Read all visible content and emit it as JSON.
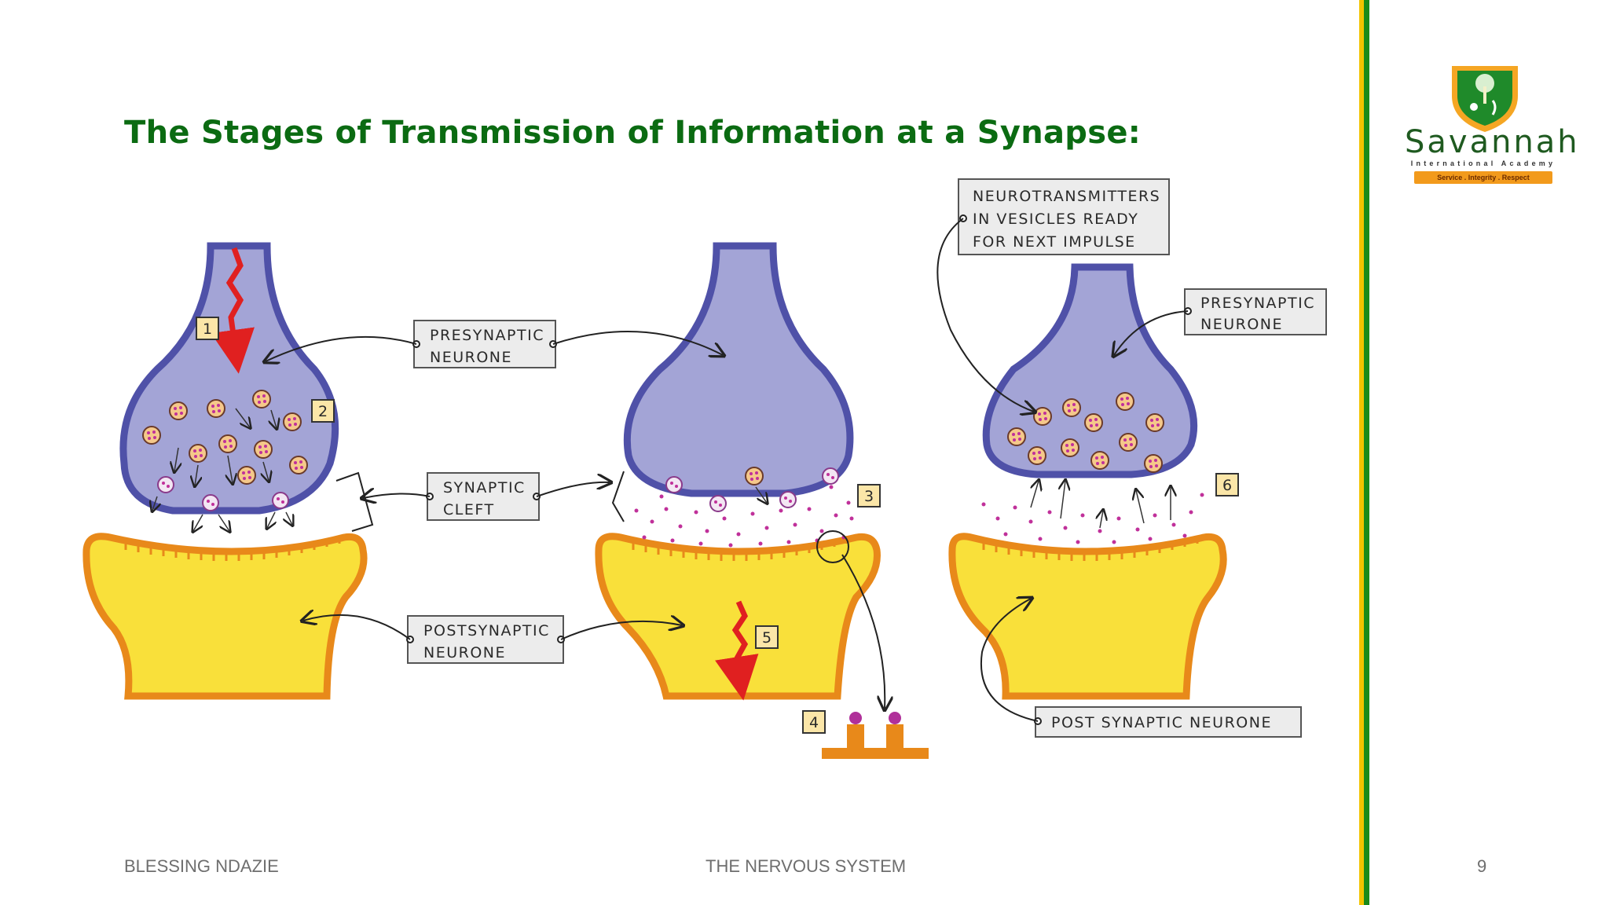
{
  "title": "The Stages of Transmission of Information at a Synapse:",
  "footer": {
    "author": "BLESSING NDAZIE",
    "topic": "THE NERVOUS SYSTEM",
    "page": "9"
  },
  "logo": {
    "name": "Savannah",
    "subtitle": "International Academy",
    "motto": "Service . Integrity . Respect"
  },
  "colors": {
    "title": "#0b6b12",
    "presynaptic_fill": "#a3a4d6",
    "presynaptic_outline": "#4f51a8",
    "postsynaptic_fill": "#f9e03a",
    "postsynaptic_outline": "#e8891a",
    "neurotransmitter": "#b0309a",
    "impulse_arrow": "#e02020"
  },
  "labels": {
    "presynaptic_1": [
      "PRESYNAPTIC",
      "NEURONE"
    ],
    "synaptic_cleft": [
      "SYNAPTIC",
      "CLEFT"
    ],
    "postsynaptic_1": [
      "POSTSYNAPTIC",
      "NEURONE"
    ],
    "neurotransmitters": [
      "NEUROTRANSMITTERS",
      "IN  VESICLES  READY",
      "FOR  NEXT  IMPULSE"
    ],
    "presynaptic_2": [
      "PRESYNAPTIC",
      "NEURONE"
    ],
    "postsynaptic_2": "POST  SYNAPTIC  NEURONE"
  },
  "stages": [
    "1",
    "2",
    "3",
    "4",
    "5",
    "6"
  ]
}
